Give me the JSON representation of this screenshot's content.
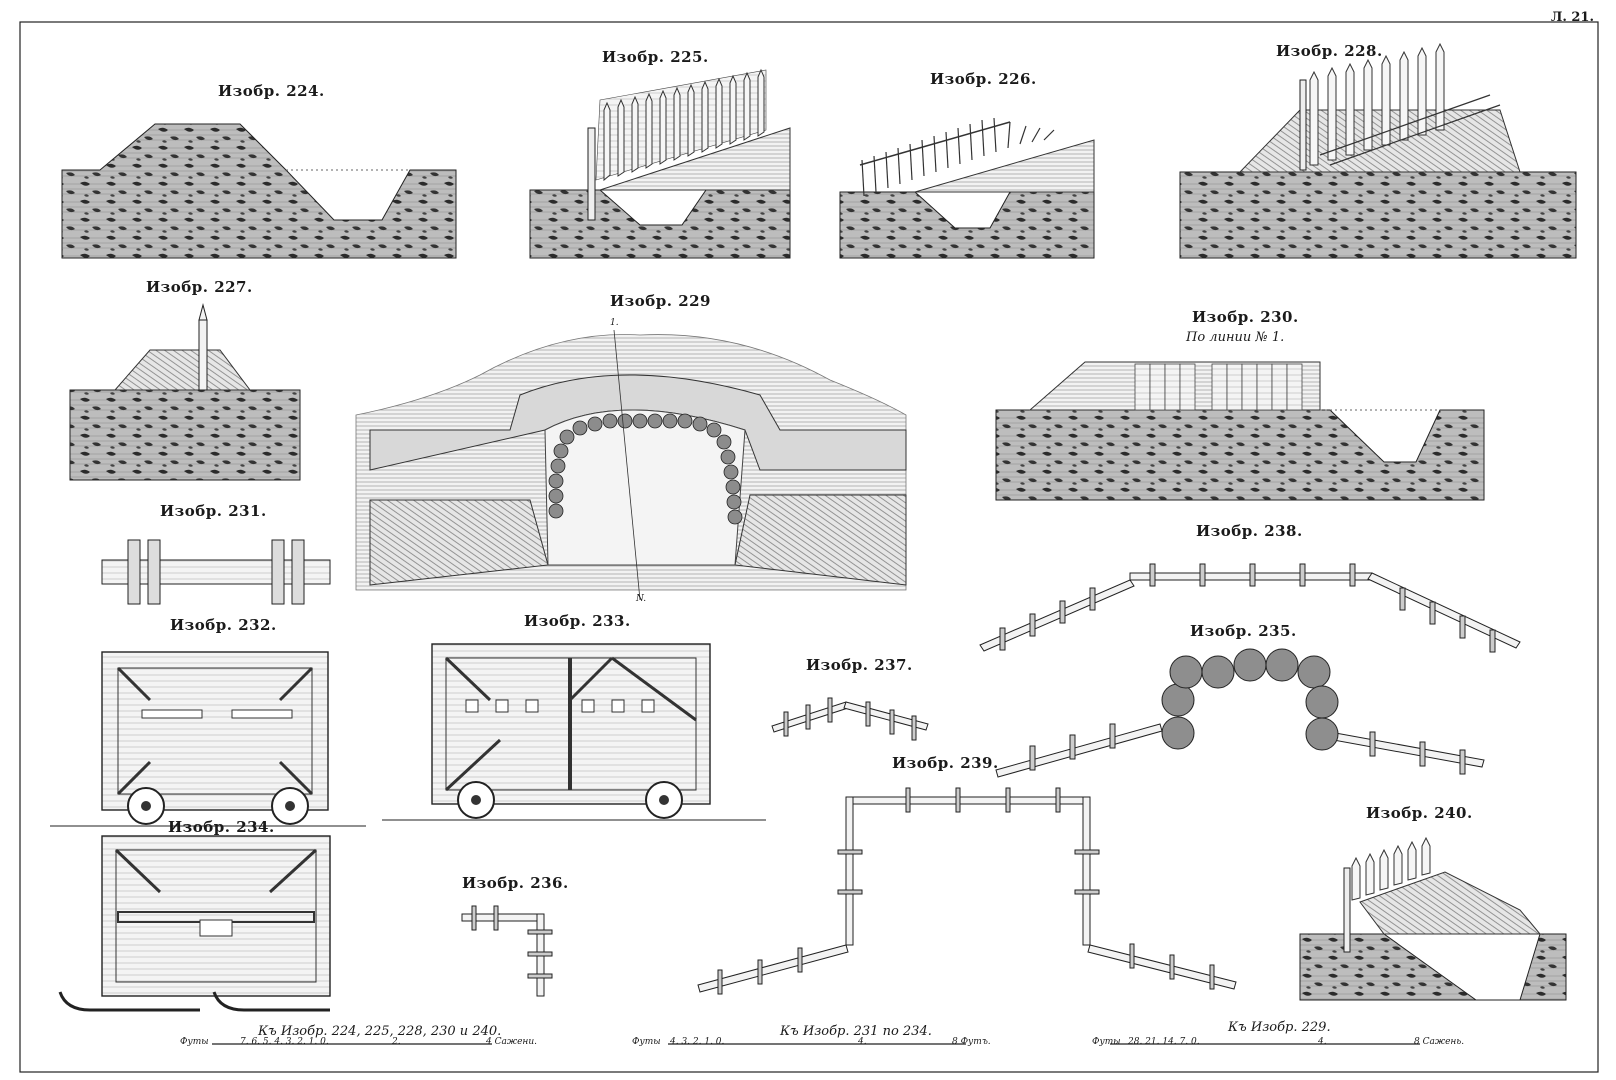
{
  "sheet": "Л. 21.",
  "figures": {
    "f224": "Изобр. 224.",
    "f225": "Изобр. 225.",
    "f226": "Изобр. 226.",
    "f228": "Изобр. 228.",
    "f227": "Изобр. 227.",
    "f229": "Изобр. 229",
    "f230": "Изобр. 230.",
    "f230_sub": "По линии № 1.",
    "f231": "Изобр. 231.",
    "f238": "Изобр. 238.",
    "f232": "Изобр. 232.",
    "f233": "Изобр. 233.",
    "f237": "Изобр. 237.",
    "f235": "Изобр. 235.",
    "f239": "Изобр. 239.",
    "f234": "Изобр. 234.",
    "f236": "Изобр. 236.",
    "f240": "Изобр. 240."
  },
  "section_marks": {
    "top": "1.",
    "bottom": "N."
  },
  "scales": [
    {
      "title": "Къ Изобр. 224, 225, 228, 230 и 240.",
      "unit_left": "Футы",
      "ticks": "7. 6. 5. 4. 3. 2. 1. 0.",
      "mid": "2.",
      "end": "4 Сажени."
    },
    {
      "title": "Къ Изобр. 231 по 234.",
      "unit_left": "Футы",
      "ticks": "4.  3.  2.  1.  0.",
      "mid": "4.",
      "end": "8 Футъ."
    },
    {
      "title": "Къ Изобр. 229.",
      "unit_left": "Футы",
      "ticks": "28.  21.  14.  7.  0.",
      "mid": "4.",
      "end": "8 Сажень."
    }
  ]
}
